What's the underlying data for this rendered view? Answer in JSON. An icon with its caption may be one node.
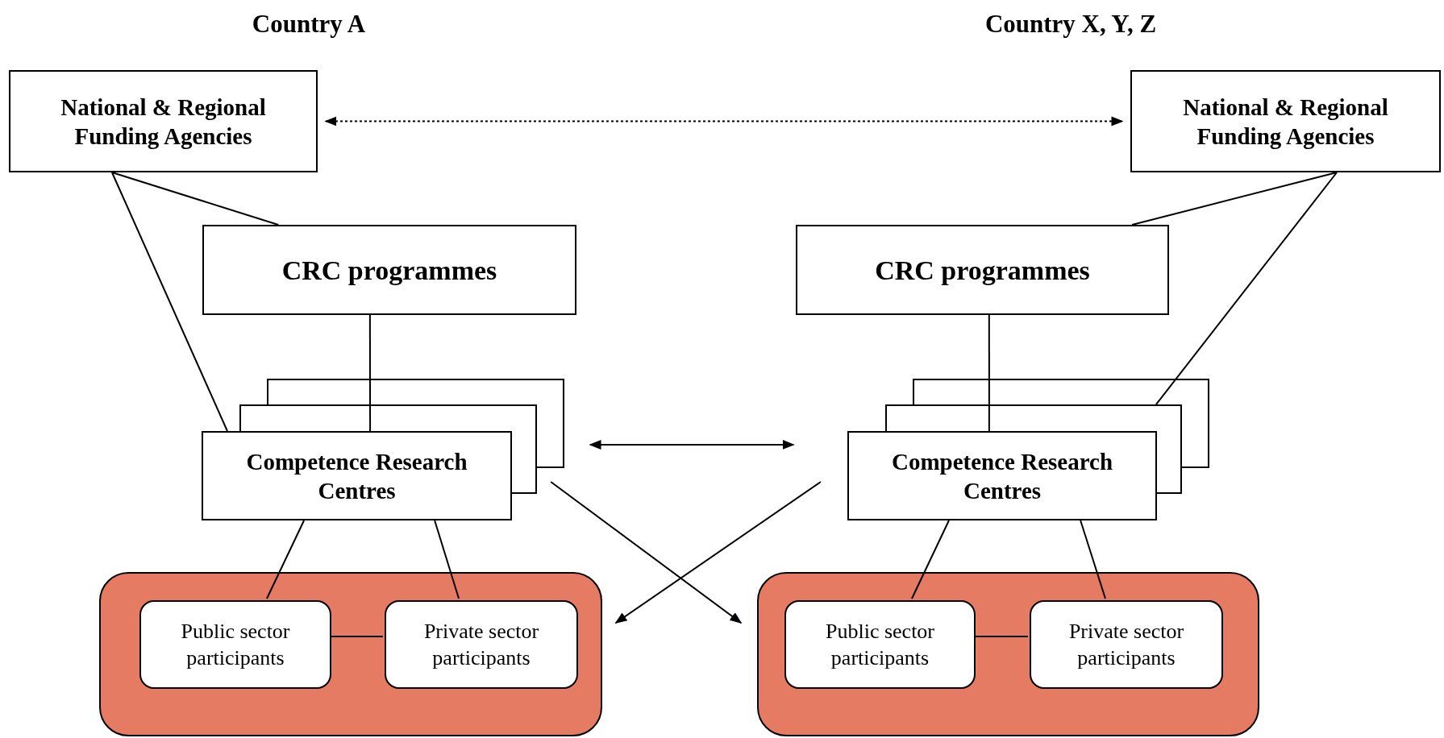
{
  "diagram": {
    "nodes": [
      {
        "text": [
          "National & Regional Funding Agencies"
        ]
      },
      {
        "text": [
          "CRC programmes"
        ]
      },
      {
        "text": [
          "Competence Research Centres"
        ]
      },
      {
        "text": [],
        "shape": "box"
      },
      {
        "text": [
          "Public sector participants"
        ],
        "in": 3
      },
      {
        "text": [
          "Private sector participants"
        ],
        "in": 3
      },
      {
        "text": [
          "National & Regional Funding Agencies"
        ]
      },
      {
        "text": [
          "CRC programmes"
        ]
      },
      {
        "text": [
          "Competence Research Centres"
        ]
      },
      {
        "text": [],
        "shape": "box"
      },
      {
        "text": [
          "Public sector participants"
        ],
        "in": 9
      },
      {
        "text": [
          "Private sector participants"
        ],
        "in": 9
      }
    ],
    "edges": [
      {
        "from": 0,
        "to": 6,
        "arrow": "both",
        "style": "dashed"
      },
      {
        "from": 0,
        "to": 1,
        "arrow": "none"
      },
      {
        "from": 0,
        "to": 2,
        "arrow": "none"
      },
      {
        "from": 1,
        "to": 2,
        "arrow": "none"
      },
      {
        "from": 2,
        "to": 8,
        "arrow": "both"
      },
      {
        "from": 2,
        "to": 9,
        "arrow": "to"
      },
      {
        "from": 8,
        "to": 3,
        "arrow": "to"
      },
      {
        "from": 2,
        "to": 4,
        "arrow": "none"
      },
      {
        "from": 2,
        "to": 5,
        "arrow": "none"
      },
      {
        "from": 4,
        "to": 5,
        "arrow": "none"
      },
      {
        "from": 6,
        "to": 7,
        "arrow": "none"
      },
      {
        "from": 6,
        "to": 8,
        "arrow": "none"
      },
      {
        "from": 7,
        "to": 8,
        "arrow": "none"
      },
      {
        "from": 8,
        "to": 10,
        "arrow": "none"
      },
      {
        "from": 8,
        "to": 11,
        "arrow": "none"
      },
      {
        "from": 10,
        "to": 11,
        "arrow": "none"
      }
    ],
    "labels": [
      "Country A",
      "Country X, Y, Z"
    ]
  }
}
